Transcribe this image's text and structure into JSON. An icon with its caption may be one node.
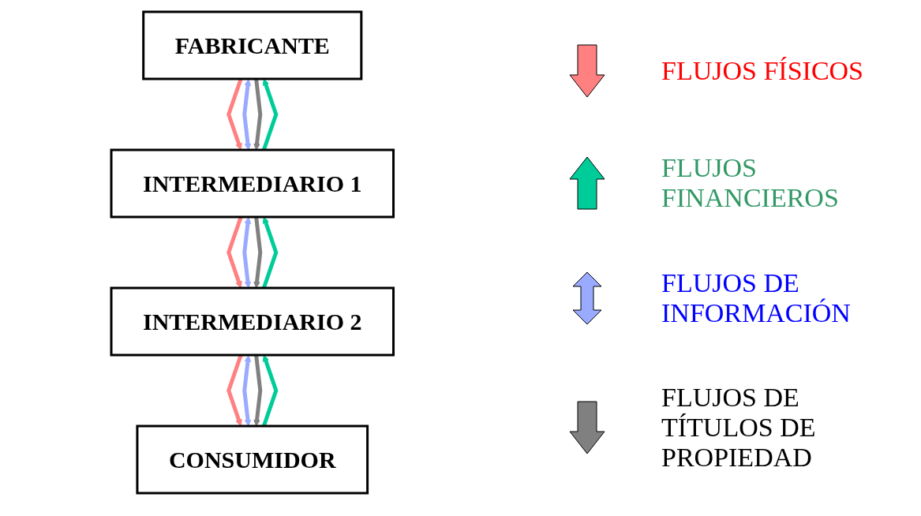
{
  "diagram": {
    "nodes": [
      {
        "text": [
          "FABRICANTE"
        ]
      },
      {
        "text": [
          "INTERMEDIARIO 1"
        ]
      },
      {
        "text": [
          "INTERMEDIARIO 2"
        ]
      },
      {
        "text": [
          "CONSUMIDOR"
        ]
      }
    ],
    "edges": [
      {
        "from": 0,
        "to": 1,
        "arrow": "to",
        "color": "#ff8080"
      },
      {
        "from": 1,
        "to": 0,
        "arrow": "to",
        "color": "#00cc99"
      },
      {
        "from": 0,
        "to": 1,
        "arrow": "both",
        "color": "#99aaff"
      },
      {
        "from": 0,
        "to": 1,
        "arrow": "to",
        "color": "#808080"
      },
      {
        "from": 1,
        "to": 2,
        "arrow": "to",
        "color": "#ff8080"
      },
      {
        "from": 2,
        "to": 1,
        "arrow": "to",
        "color": "#00cc99"
      },
      {
        "from": 1,
        "to": 2,
        "arrow": "both",
        "color": "#99aaff"
      },
      {
        "from": 1,
        "to": 2,
        "arrow": "to",
        "color": "#808080"
      },
      {
        "from": 2,
        "to": 3,
        "arrow": "to",
        "color": "#ff8080"
      },
      {
        "from": 3,
        "to": 2,
        "arrow": "to",
        "color": "#00cc99"
      },
      {
        "from": 2,
        "to": 3,
        "arrow": "both",
        "color": "#99aaff"
      },
      {
        "from": 2,
        "to": 3,
        "arrow": "to",
        "color": "#808080"
      }
    ],
    "legend": [
      {
        "text": "FLUJOS FÍSICOS",
        "color": "#ff8080"
      },
      {
        "text": "FLUJOS FINANCIEROS",
        "color": "#00cc99"
      },
      {
        "text": "FLUJOS DE INFORMACIÓN",
        "color": "#99aaff"
      },
      {
        "text": "FLUJOS DE TÍTULOS DE PROPIEDAD",
        "color": "#808080"
      }
    ]
  }
}
